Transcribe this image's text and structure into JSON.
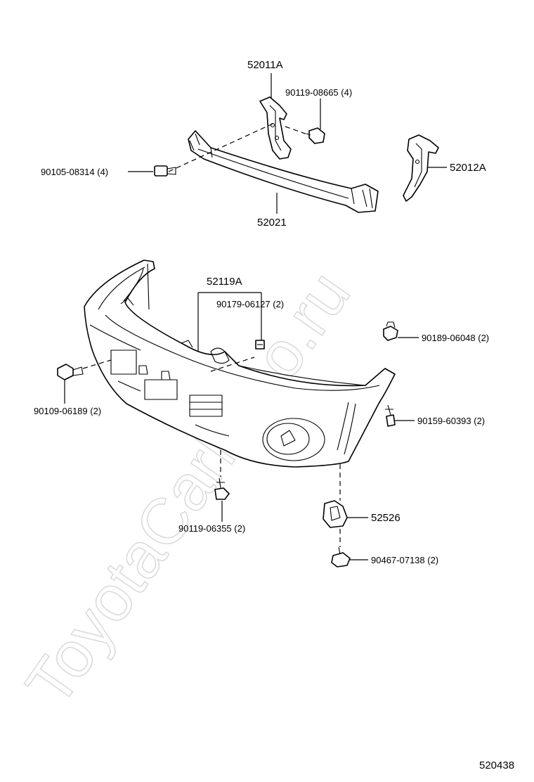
{
  "watermark": "ToyotaCarMino.ru",
  "diagram_code": "520438",
  "callouts": {
    "reinforcement_bracket_rh": "52011A",
    "bolt_bracket": "90119-08665 (4)",
    "bolt_side": "90105-08314 (4)",
    "reinforcement_bracket_lh": "52012A",
    "bumper_reinforcement": "52021",
    "bumper_cover": "52119A",
    "clip_nut": "90179-06127 (2)",
    "clip_side": "90189-06048 (2)",
    "bolt_cover_side": "90109-06189 (2)",
    "screw_side": "90159-60393 (2)",
    "bolt_lower": "90119-06355 (2)",
    "retainer": "52526",
    "retainer_bolt": "90467-07138 (2)"
  }
}
